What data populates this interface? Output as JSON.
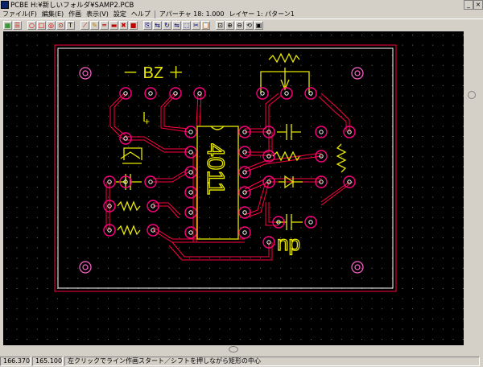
{
  "window": {
    "title": "PCBE H:¥新しいフォルダ¥SAMP2.PCB",
    "min_label": "_",
    "close_label": "×"
  },
  "menu": [
    {
      "label": "ファイル(F)"
    },
    {
      "label": "編集(E)"
    },
    {
      "label": "作画"
    },
    {
      "label": "表示(V)"
    },
    {
      "label": "設定"
    },
    {
      "label": "ヘルプ"
    }
  ],
  "menu_info": {
    "aperture": "アパーチャ 18: 1.000",
    "layer": "レイヤー 1: パターン1"
  },
  "toolbar": [
    {
      "name": "grid-tool",
      "glyph": "▦",
      "color": "#008000"
    },
    {
      "name": "layer-tool",
      "glyph": "☰",
      "color": "#c00000"
    },
    {
      "name": "circle-tool",
      "glyph": "○",
      "color": "#c00000"
    },
    {
      "name": "rect-tool",
      "glyph": "□",
      "color": "#c00000"
    },
    {
      "name": "pad-tool",
      "glyph": "◎",
      "color": "#c00000"
    },
    {
      "name": "via-tool",
      "glyph": "⊙",
      "color": "#c00000"
    },
    {
      "name": "text-tool",
      "glyph": "T",
      "color": "#000000"
    },
    {
      "name": "line-tool",
      "glyph": "⟋",
      "color": "#c00000"
    },
    {
      "name": "edit-tool",
      "glyph": "✎",
      "color": "#c08000"
    },
    {
      "name": "hline-tool",
      "glyph": "═",
      "color": "#c00000"
    },
    {
      "name": "bar-tool",
      "glyph": "▬",
      "color": "#c00000"
    },
    {
      "name": "delete-tool",
      "glyph": "✖",
      "color": "#c00000"
    },
    {
      "name": "fill-tool",
      "glyph": "■",
      "color": "#c00000"
    },
    {
      "name": "copy-tool",
      "glyph": "⎘",
      "color": "#000080"
    },
    {
      "name": "move-tool",
      "glyph": "⇆",
      "color": "#000080"
    },
    {
      "name": "rotate-tool",
      "glyph": "↻",
      "color": "#000080"
    },
    {
      "name": "mirror-tool",
      "glyph": "⇋",
      "color": "#000080"
    },
    {
      "name": "select-tool",
      "glyph": "⬚",
      "color": "#000080"
    },
    {
      "name": "cut-tool",
      "glyph": "✂",
      "color": "#000080"
    },
    {
      "name": "paste-tool",
      "glyph": "📋",
      "color": "#000080"
    },
    {
      "name": "zoom-window-tool",
      "glyph": "⊡",
      "color": "#000000"
    },
    {
      "name": "zoom-in-tool",
      "glyph": "⊕",
      "color": "#000000"
    },
    {
      "name": "zoom-out-tool",
      "glyph": "⊖",
      "color": "#000000"
    },
    {
      "name": "redraw-tool",
      "glyph": "⟲",
      "color": "#000000"
    },
    {
      "name": "fit-tool",
      "glyph": "▣",
      "color": "#000000"
    }
  ],
  "board": {
    "silk_text_bz": "－ BZ ＋",
    "silk_text_ic": "4011",
    "silk_text_np": "np",
    "plus_mark": "+"
  },
  "status": {
    "x": "166.370",
    "y": "165.100",
    "message": "左クリックでライン作画スタート／シフトを押しながら矩形の中心"
  },
  "colors": {
    "copper": "#ff0040",
    "silk": "#e8e800",
    "pad": "#ff0080",
    "board_edge": "#ffffff",
    "grid": "#707070"
  }
}
